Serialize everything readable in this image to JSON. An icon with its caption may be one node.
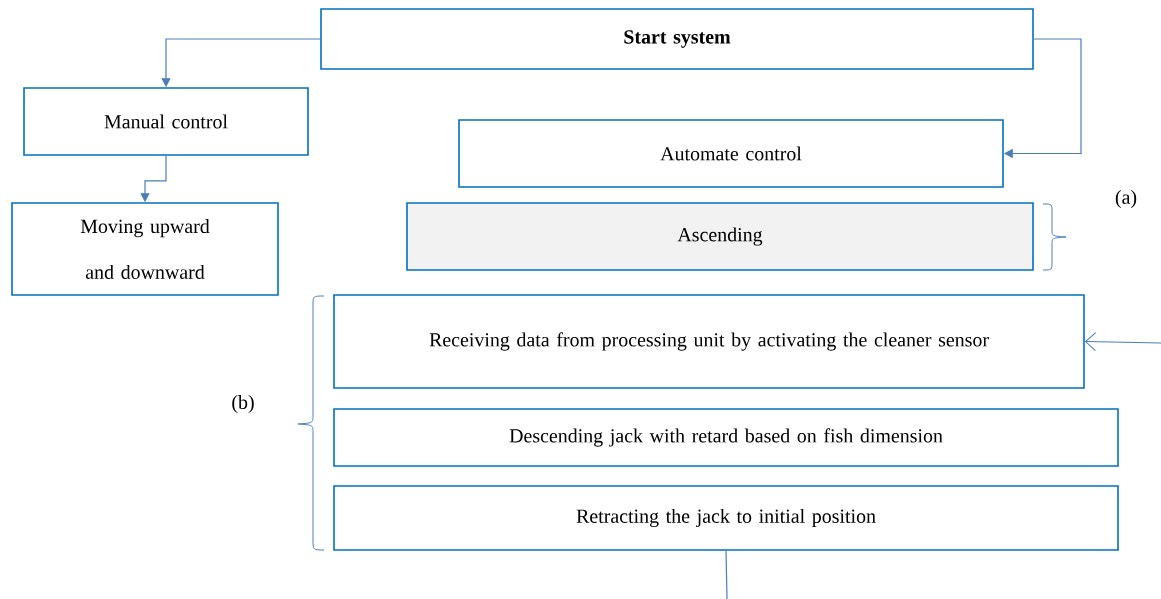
{
  "diagram": {
    "nodes": [
      {
        "text": [
          "Start system"
        ]
      },
      {
        "text": [
          "Manual control"
        ]
      },
      {
        "text": [
          "Moving upward and downward"
        ]
      },
      {
        "text": [
          "Automate control"
        ]
      },
      {
        "text": [
          "Ascending"
        ]
      },
      {
        "text": [
          "Receiving data from processing unit by activating the cleaner sensor"
        ]
      },
      {
        "text": [
          "Descending jack with retard based on fish dimension"
        ]
      },
      {
        "text": [
          "Retracting the jack to initial position"
        ]
      }
    ],
    "edges": [
      {
        "from": 0,
        "to": 1,
        "arrow": "to"
      },
      {
        "from": 1,
        "to": 2,
        "arrow": "to"
      },
      {
        "from": 0,
        "to": 3,
        "arrow": "to"
      },
      {
        "from": null,
        "to": 5,
        "arrow": "to"
      },
      {
        "from": 7,
        "to": null,
        "arrow": "none"
      }
    ],
    "labels": [
      "(a)",
      "(b)"
    ]
  }
}
